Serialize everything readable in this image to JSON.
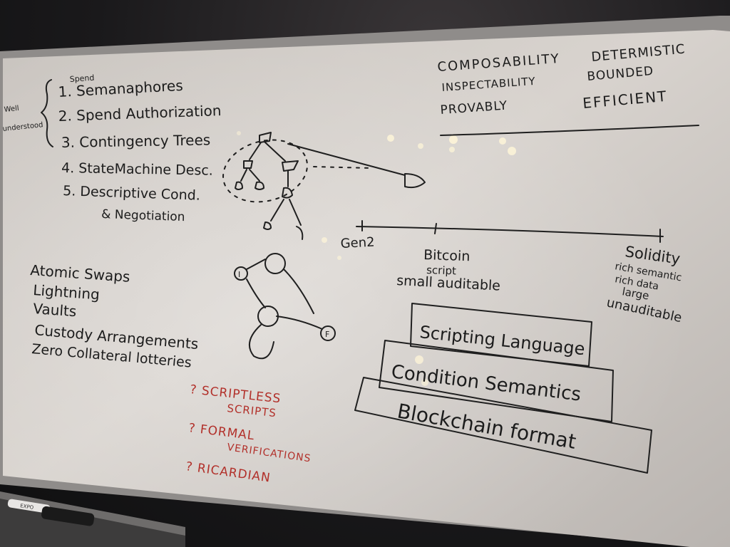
{
  "whiteboard": {
    "left_notes": {
      "side_label_1": "Well",
      "side_label_2": "understood",
      "list": [
        "1. Semanaphores",
        "2. Spend Authorization",
        "3. Contingency Trees",
        "4. StateMachine Desc.",
        "5. Descriptive Cond.",
        "& Negotiation"
      ],
      "list_annotation": "Spend"
    },
    "properties": {
      "col1": [
        "COMPOSABILITY",
        "INSPECTABILITY",
        "PROVABLY"
      ],
      "col2": [
        "DETERMISTIC",
        "BOUNDED",
        "EFFICIENT"
      ]
    },
    "use_cases": [
      "Atomic Swaps",
      "Lightning",
      "Vaults",
      "Custody Arrangements",
      "Zero Collateral lotteries"
    ],
    "timeline": {
      "left": "Gen2",
      "middle": [
        "Bitcoin",
        "script",
        "small auditable"
      ],
      "right": [
        "Solidity",
        "rich semantic",
        "rich data",
        "large",
        "unauditable"
      ]
    },
    "stack": [
      "Scripting Language",
      "Condition Semantics",
      "Blockchain format"
    ],
    "red_notes": [
      "? SCRIPTLESS",
      "SCRIPTS",
      "? FORMAL",
      "VERIFICATIONS",
      "? RICARDIAN"
    ],
    "tree_node_labels": [
      "I",
      "F"
    ],
    "tray_marker_label": "EXPO"
  }
}
